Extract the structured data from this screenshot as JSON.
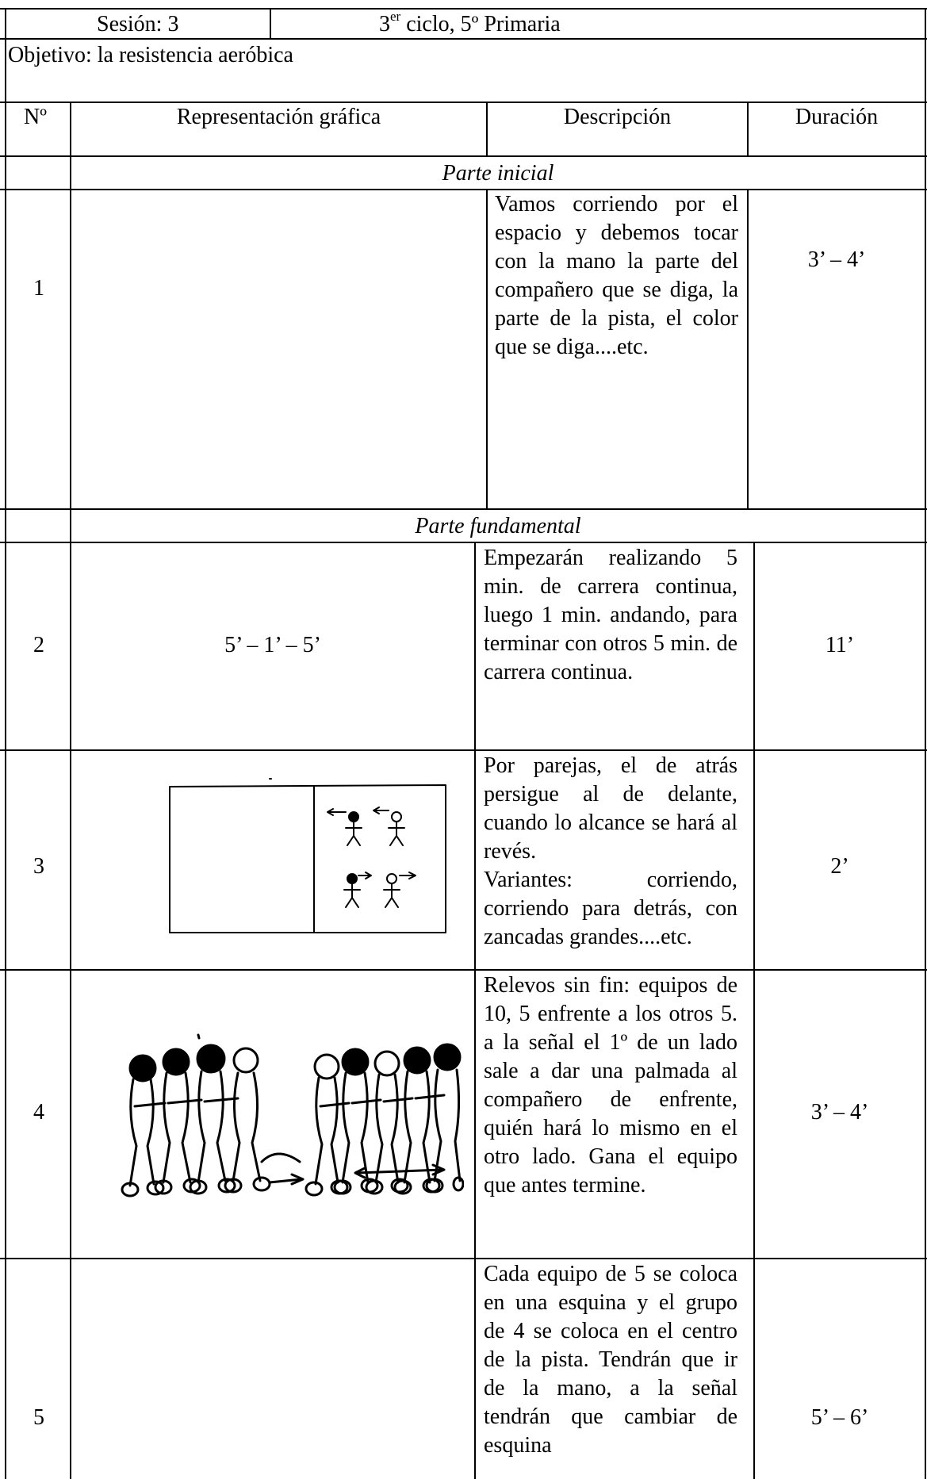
{
  "header": {
    "session": "Sesión: 3",
    "cycle_prefix": "3",
    "cycle_sup": "er",
    "cycle_rest": " ciclo, 5º Primaria",
    "objective": "Objetivo: la resistencia aeróbica"
  },
  "columns": {
    "number": "Nº",
    "graphic": "Representación gráfica",
    "description": "Descripción",
    "duration": "Duración"
  },
  "sections": {
    "initial": "Parte inicial",
    "main": "Parte fundamental"
  },
  "rows": [
    {
      "number": "1",
      "graphic": "",
      "description": "Vamos corriendo por el espacio y debemos tocar con la mano la parte del compañero que se diga, la parte de la pista, el color que se diga....etc.",
      "duration": "3’ – 4’"
    },
    {
      "number": "2",
      "graphic": "5’ – 1’ – 5’",
      "description": "Empezarán realizando 5 min. de carrera continua, luego 1 min. andando, para terminar con otros 5 min. de carrera continua.",
      "duration": "11’"
    },
    {
      "number": "3",
      "graphic": "",
      "description": "Por parejas, el de atrás persigue al de delante, cuando lo alcance se hará al revés.",
      "description_2": "Variantes: corriendo, corriendo para detrás, con zancadas grandes....etc.",
      "duration": "2’"
    },
    {
      "number": "4",
      "graphic": "",
      "description": "Relevos sin fin: equipos de 10, 5 enfrente a los otros 5. a la señal el 1º de un lado sale a dar una palmada al compañero de enfrente, quién hará lo mismo en el otro lado. Gana el equipo que antes termine.",
      "duration": "3’ – 4’"
    },
    {
      "number": "5",
      "graphic": "",
      "description": "Cada equipo de 5 se coloca en una esquina y el grupo de 4 se coloca en el centro de la pista. Tendrán que ir de la mano, a la señal tendrán que cambiar de esquina",
      "duration": "5’ – 6’"
    }
  ]
}
